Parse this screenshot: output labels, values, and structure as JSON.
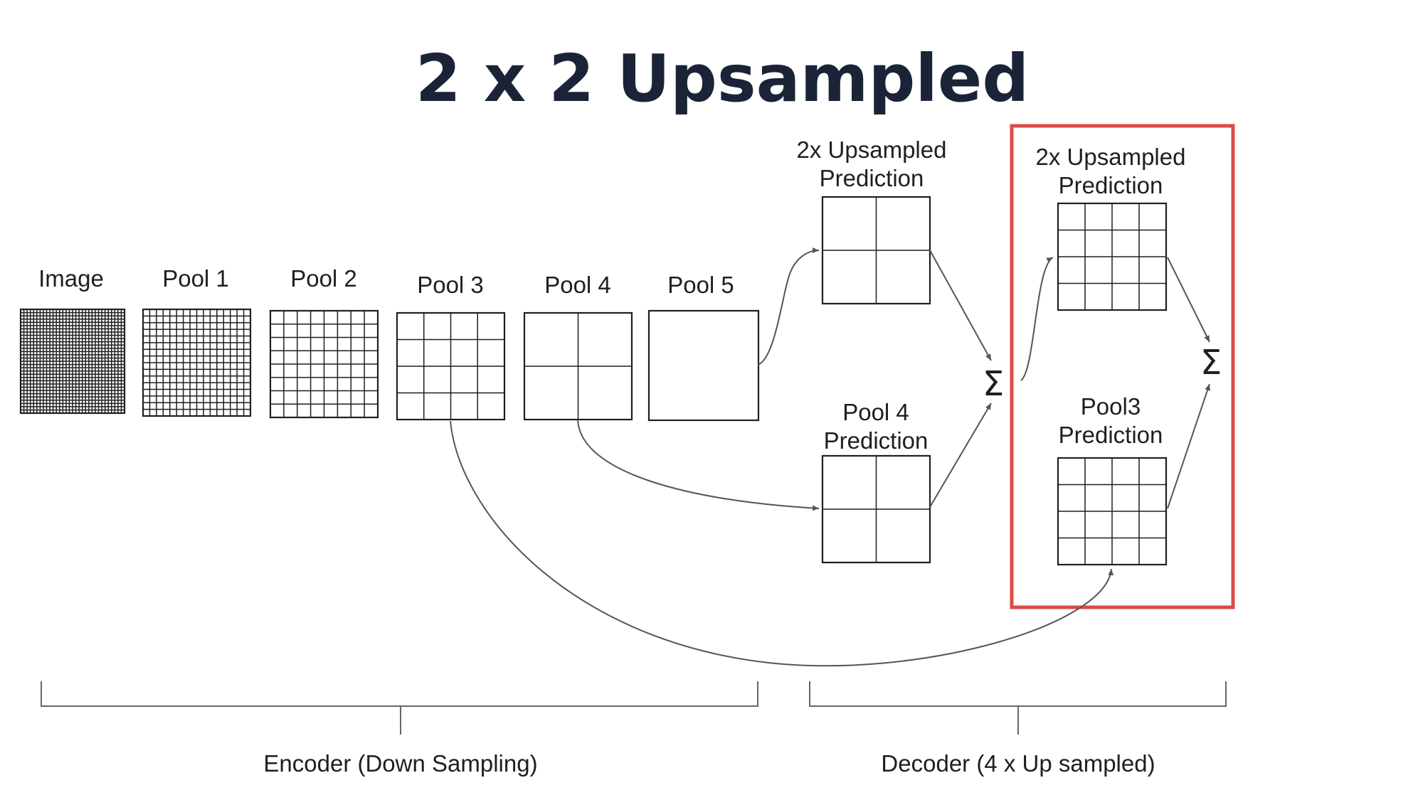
{
  "title": "2 x 2 Upsampled",
  "colors": {
    "title": "#1b2337",
    "ink": "#1f1f1f",
    "arrow": "#555555",
    "highlight": "#dc4b47"
  },
  "encoder": [
    {
      "label": "Image",
      "cells": 32
    },
    {
      "label": "Pool 1",
      "cells": 16
    },
    {
      "label": "Pool 2",
      "cells": 8
    },
    {
      "label": "Pool 3",
      "cells": 4
    },
    {
      "label": "Pool 4",
      "cells": 2
    },
    {
      "label": "Pool 5",
      "cells": 1
    }
  ],
  "decoder": {
    "upsampled_2x": {
      "label_line1": "2x Upsampled",
      "label_line2": "Prediction",
      "cells": 2
    },
    "pool4_prediction": {
      "label_line1": "Pool 4",
      "label_line2": "Prediction",
      "cells": 2
    },
    "sum_symbol": "Σ",
    "highlight_box": {
      "upsampled_2x": {
        "label_line1": "2x Upsampled",
        "label_line2": "Prediction",
        "cells": 4
      },
      "pool3_prediction": {
        "label_line1": "Pool3",
        "label_line2": "Prediction",
        "cells": 4
      },
      "sum_symbol": "Σ"
    }
  },
  "brackets": {
    "encoder": "Encoder (Down Sampling)",
    "decoder": "Decoder (4 x Up sampled)"
  }
}
